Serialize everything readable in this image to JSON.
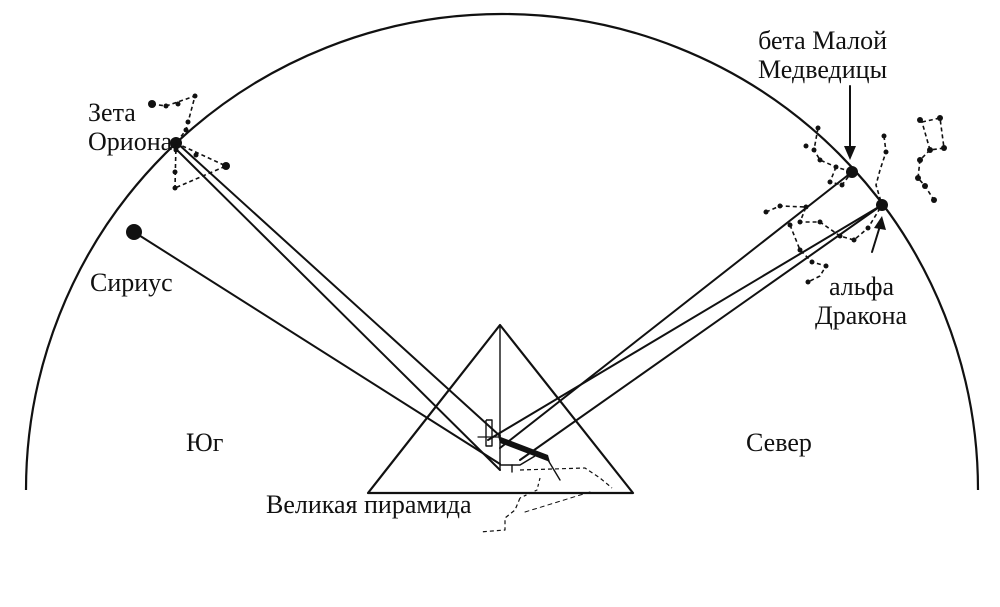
{
  "labels": {
    "zeta_orionis": [
      "Зета",
      "Ориона"
    ],
    "sirius": "Сириус",
    "beta_ursae_minoris": [
      "бета Малой",
      "Медведицы"
    ],
    "alpha_draconis": [
      "альфа",
      "Дракона"
    ],
    "south": "Юг",
    "north": "Север",
    "great_pyramid": "Великая пирамида"
  }
}
